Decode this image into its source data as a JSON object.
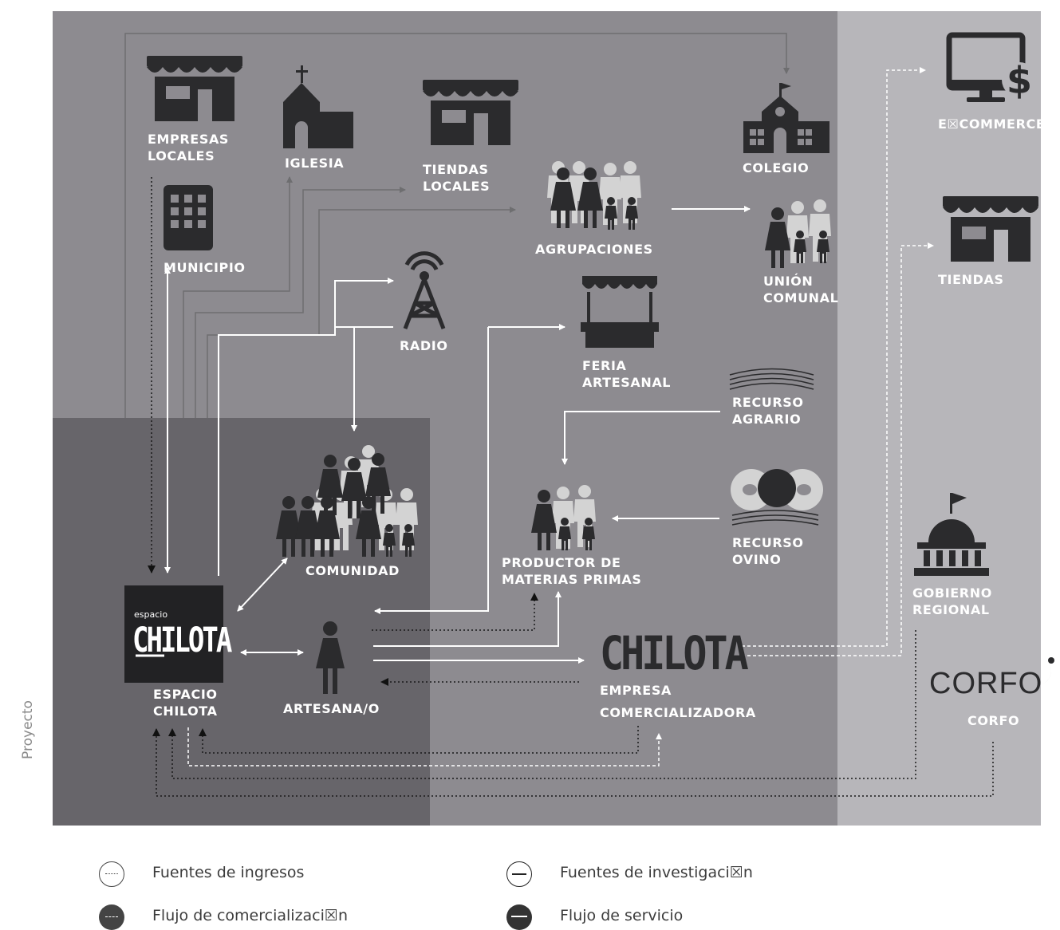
{
  "side_label": "Proyecto",
  "nodes": {
    "empresas_locales": [
      "EMPRESAS",
      "LOCALES"
    ],
    "iglesia": "IGLESIA",
    "tiendas_locales": [
      "TIENDAS",
      "LOCALES"
    ],
    "agrupaciones": "AGRUPACIONES",
    "colegio": "COLEGIO",
    "ecommerce": "E☒COMMERCE",
    "municipio": "MUNICIPIO",
    "union_comunal": [
      "UNIÓN",
      "COMUNAL"
    ],
    "tiendas": "TIENDAS",
    "radio": "RADIO",
    "feria_artesanal": [
      "FERIA",
      "ARTESANAL"
    ],
    "recurso_agrario": [
      "RECURSO",
      "AGRARIO"
    ],
    "comunidad": "COMUNIDAD",
    "productor": [
      "PRODUCTOR DE",
      "MATERIAS PRIMAS"
    ],
    "recurso_ovino": [
      "RECURSO",
      "OVINO"
    ],
    "gobierno_regional": [
      "GOBIERNO",
      "REGIONAL"
    ],
    "espacio_chilota": [
      "ESPACIO",
      "CHILOTA"
    ],
    "artesana": "ARTESANA/O",
    "empresa_comercializadora": [
      "EMPRESA",
      "COMERCIALIZADORA"
    ],
    "corfo": "CORFO"
  },
  "logos": {
    "espacio_small": "espacio",
    "espacio_big": "CHILOTA",
    "chilota_big": "CHILOTA",
    "corfo_logo": "CORFO"
  },
  "legend": [
    {
      "label": "Fuentes de ingresos",
      "style": "dotted-outline"
    },
    {
      "label": "Flujo  de comercializaci☒n",
      "style": "dashed-filled"
    },
    {
      "label": "Fuentes de investigaci☒n",
      "style": "solid-outline"
    },
    {
      "label": "Flujo de servicio",
      "style": "solid-filled"
    }
  ],
  "colors": {
    "zone_outer": "#8d8b90",
    "zone_right": "#b7b6ba",
    "zone_inner": "#67656a",
    "icon_dark": "#2b2b2d",
    "people_light": "#d3d3d3",
    "text": "#ffffff",
    "line_grey": "#5a5a5c"
  }
}
